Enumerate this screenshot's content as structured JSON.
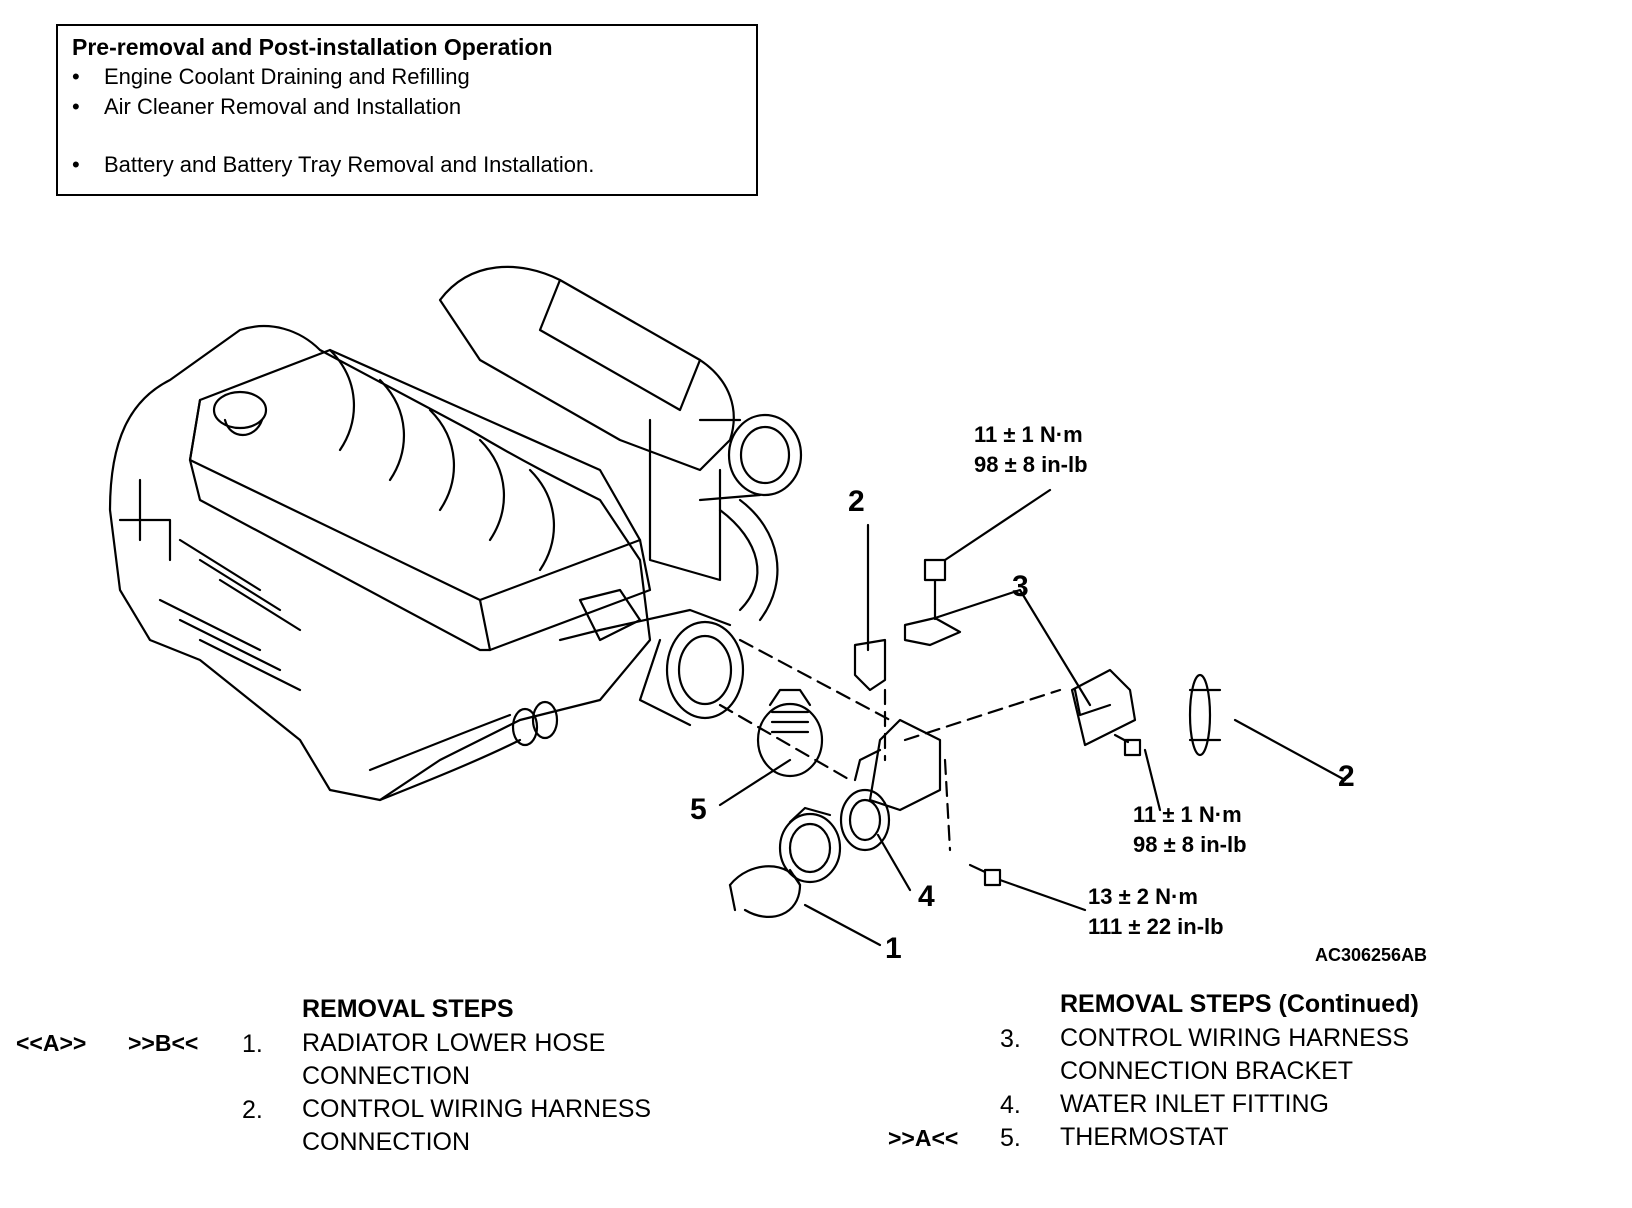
{
  "pre_operation": {
    "title": "Pre-removal and Post-installation Operation",
    "items": [
      "Engine Coolant Draining and Refilling",
      "Air Cleaner Removal and Installation",
      "Battery and Battery Tray Removal and Installation."
    ]
  },
  "diagram": {
    "callouts": [
      "1",
      "2",
      "2",
      "3",
      "4",
      "5"
    ],
    "torques": [
      {
        "nm": "11 ± 1 N·m",
        "inlb": "98 ± 8 in-lb"
      },
      {
        "nm": "11 ± 1 N·m",
        "inlb": "98 ± 8 in-lb"
      },
      {
        "nm": "13 ± 2 N·m",
        "inlb": "111 ± 22 in-lb"
      }
    ],
    "figure_id": "AC306256AB"
  },
  "removal_steps": {
    "title": "REMOVAL STEPS",
    "title_continued": "REMOVAL STEPS (Continued)",
    "steps": [
      {
        "ref1": "<<A>>",
        "ref2": ">>B<<",
        "num": "1.",
        "line1": "RADIATOR LOWER HOSE",
        "line2": "CONNECTION"
      },
      {
        "ref1": "",
        "ref2": "",
        "num": "2.",
        "line1": "CONTROL WIRING HARNESS",
        "line2": "CONNECTION"
      },
      {
        "ref1": "",
        "ref2": "",
        "num": "3.",
        "line1": "CONTROL WIRING HARNESS",
        "line2": "CONNECTION BRACKET"
      },
      {
        "ref1": "",
        "ref2": "",
        "num": "4.",
        "line1": "WATER INLET FITTING",
        "line2": ""
      },
      {
        "ref1": "",
        "ref2": ">>A<<",
        "num": "5.",
        "line1": "THERMOSTAT",
        "line2": ""
      }
    ]
  }
}
